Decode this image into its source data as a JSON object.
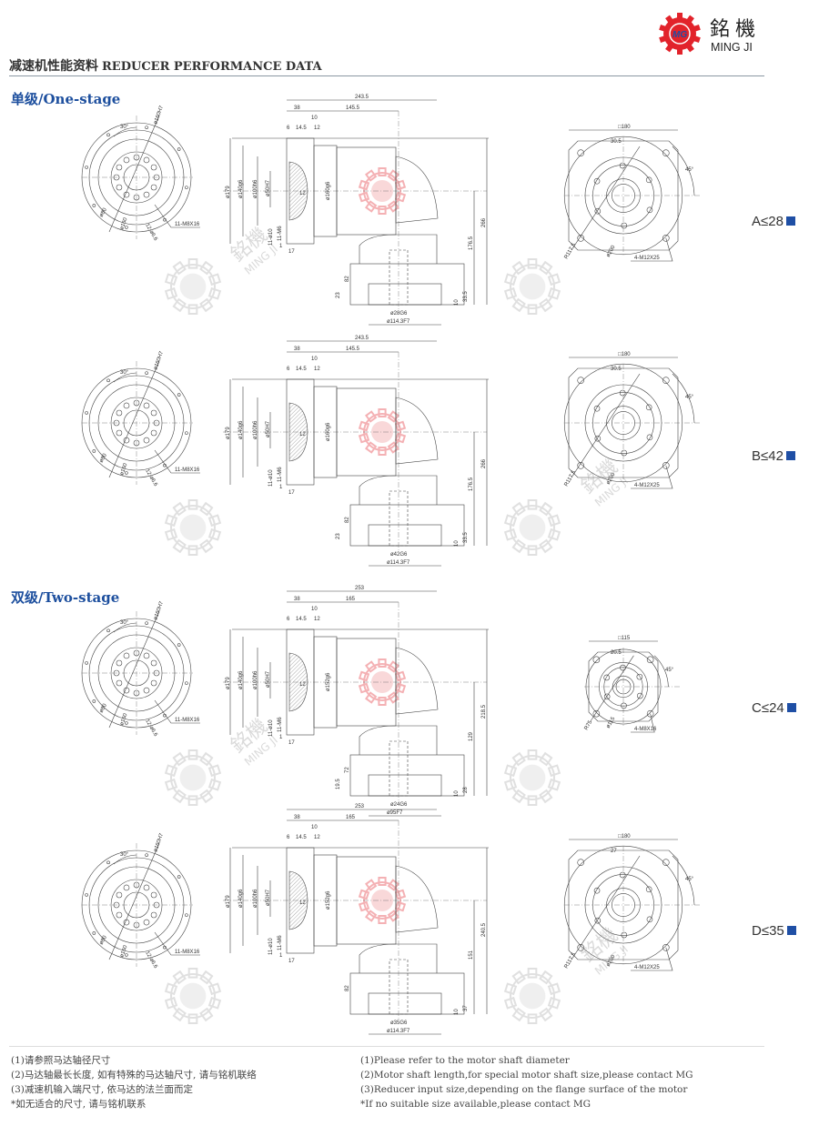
{
  "brand": {
    "name_cn": "銘機",
    "name_en": "MING JI",
    "logo_mark": "MG",
    "red": "#e2232b",
    "blue": "#1f4fa5"
  },
  "header": {
    "title_cn": "减速机性能资料",
    "title_en": "REDUCER PERFORMANCE DATA"
  },
  "sections": [
    {
      "label": "单级/One-stage"
    },
    {
      "label": "双级/Two-stage"
    }
  ],
  "rows": [
    {
      "id": "A",
      "label": "A≤28",
      "front": {
        "angle": "30°",
        "bore": "ø160H7",
        "pcd1": "ø80",
        "pcd2": "ø160",
        "holes": "12-ø6.6",
        "thread": "11-M8X16"
      },
      "side": {
        "overall": "243.5",
        "l38": "38",
        "l145": "145.5",
        "l10": "10",
        "l6": "6",
        "l14": "14.5",
        "l12": "12",
        "d179": "ø179",
        "d140": "ø140g6",
        "d100": "ø100h6",
        "d50": "ø50H7",
        "d160": "ø160g6",
        "mid": "12",
        "holes": "11-ø10",
        "m6": "11-M6",
        "l17": "17",
        "l1": "1",
        "h_total": "266",
        "h_center": "176.5",
        "h82": "82",
        "h23": "23",
        "h33": "33.5",
        "h10": "10",
        "shaft": "ø28G6",
        "pilot": "ø114.3F7"
      },
      "flange": {
        "square": "□180",
        "offset": "30.5",
        "angle": "45°",
        "radius": "R117.5",
        "pcd": "ø200",
        "thread": "4-M12X25"
      }
    },
    {
      "id": "B",
      "label": "B≤42",
      "front": {
        "angle": "30°",
        "bore": "ø160H7",
        "pcd1": "ø80",
        "pcd2": "ø160",
        "holes": "12-ø6.6",
        "thread": "11-M8X16"
      },
      "side": {
        "overall": "243.5",
        "l38": "38",
        "l145": "145.5",
        "l10": "10",
        "l6": "6",
        "l14": "14.5",
        "l12": "12",
        "d179": "ø179",
        "d140": "ø140g6",
        "d100": "ø100h6",
        "d50": "ø50H7",
        "d160": "ø160g6",
        "mid": "12",
        "holes": "11-ø10",
        "m6": "11-M6",
        "l17": "17",
        "l1": "1",
        "h_total": "266",
        "h_center": "176.5",
        "h82": "82",
        "h23": "23",
        "h33": "33.5",
        "h10": "10",
        "shaft": "ø42G6",
        "pilot": "ø114.3F7"
      },
      "flange": {
        "square": "□180",
        "offset": "30.5",
        "angle": "45°",
        "radius": "R117.5",
        "pcd": "ø200",
        "thread": "4-M12X25"
      }
    },
    {
      "id": "C",
      "label": "C≤24",
      "front": {
        "angle": "30°",
        "bore": "ø160H7",
        "pcd1": "ø80",
        "pcd2": "ø160",
        "holes": "12-ø6.6",
        "thread": "11-M8X16"
      },
      "side": {
        "overall": "253",
        "l38": "38",
        "l145": "165",
        "l10": "10",
        "l6": "6",
        "l14": "14.5",
        "l12": "12",
        "d179": "ø179",
        "d140": "ø140g6",
        "d100": "ø100h6",
        "d50": "ø50H7",
        "d160": "ø152g6",
        "mid": "12",
        "holes": "11-ø10",
        "m6": "11-M6",
        "l17": "17",
        "l1": "1",
        "h_total": "218.5",
        "h_center": "129",
        "h82": "72",
        "h23": "19.5",
        "h33": "28",
        "h10": "10",
        "shaft": "ø24G6",
        "pilot": "ø95F7"
      },
      "flange": {
        "square": "□115",
        "offset": "20.5",
        "angle": "45°",
        "radius": "R75",
        "pcd": "ø115",
        "thread": "4-M8X16"
      }
    },
    {
      "id": "D",
      "label": "D≤35",
      "front": {
        "angle": "30°",
        "bore": "ø160H7",
        "pcd1": "ø80",
        "pcd2": "ø160",
        "holes": "12-ø6.6",
        "thread": "11-M8X16"
      },
      "side": {
        "overall": "253",
        "l38": "38",
        "l145": "165",
        "l10": "10",
        "l6": "6",
        "l14": "14.5",
        "l12": "12",
        "d179": "ø179",
        "d140": "ø140g6",
        "d100": "ø100h6",
        "d50": "ø50H7",
        "d160": "ø152g6",
        "mid": "12",
        "holes": "11-ø10",
        "m6": "11-M6",
        "l17": "17",
        "l1": "1",
        "h_total": "240.5",
        "h_center": "151",
        "h82": "82",
        "h23": "",
        "h33": "37",
        "h10": "10",
        "shaft": "ø35G6",
        "pilot": "ø114.3F7"
      },
      "flange": {
        "square": "□180",
        "offset": "27",
        "angle": "45°",
        "radius": "R117.5",
        "pcd": "ø200",
        "thread": "4-M12X25"
      }
    }
  ],
  "watermark": {
    "cn": "銘機",
    "en": "MING JI"
  },
  "notes_cn": [
    "(1)请参照马达轴径尺寸",
    "(2)马达轴最长长度, 如有特殊的马达轴尺寸, 请与铭机联络",
    "(3)减速机输入端尺寸, 依马达的法兰面而定",
    "*如无适合的尺寸, 请与铭机联系"
  ],
  "notes_en": [
    "(1)Please refer to the motor shaft diameter",
    "(2)Motor shaft length,for special motor shaft size,please contact MG",
    "(3)Reducer input size,depending on the flange surface of the motor",
    "*If no suitable size available,please contact MG"
  ]
}
